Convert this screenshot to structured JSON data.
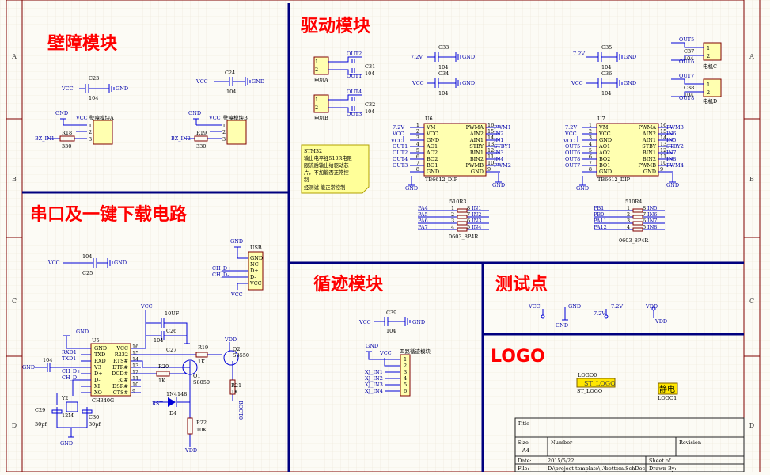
{
  "sections": {
    "wall": "壁障模块",
    "drive": "驱动模块",
    "serial": "串口及一键下载电路",
    "track": "循迹模块",
    "test": "测试点",
    "logo": "LOGO"
  },
  "border": {
    "left": [
      "A",
      "B",
      "C",
      "D"
    ],
    "right": [
      "A",
      "B",
      "C",
      "D"
    ]
  },
  "wall": {
    "c23": "C23",
    "c24": "C24",
    "cap_val": "104",
    "vcc": "VCC",
    "gnd": "GND",
    "mod_a": "壁障模块A",
    "mod_b": "壁障模块B",
    "r18": "R18",
    "r19": "R19",
    "r_val": "330",
    "net_a": "BZ_IN1",
    "net_b": "BZ_IN2",
    "pins": [
      "1",
      "2",
      "3"
    ]
  },
  "drive": {
    "motor_a": "电机A",
    "motor_b": "电机B",
    "motor_c": "电机C",
    "motor_d": "电机D",
    "out2": "OUT2",
    "out1": "OUT1",
    "out4": "OUT4",
    "out3": "OUT3",
    "out5": "OUT5",
    "out6": "OUT6",
    "out7": "OUT7",
    "out8": "OUT8",
    "c31": "C31",
    "c32": "C32",
    "c33": "C33",
    "c34": "C34",
    "c35": "C35",
    "c36": "C36",
    "c37": "C37",
    "c38": "C38",
    "v72": "7.2V",
    "u6": "U6",
    "u7": "U7",
    "chip": "TB6612_DIP",
    "u_left": [
      "VM",
      "VCC",
      "GND",
      "AO1",
      "AO2",
      "BO2",
      "BO1",
      "GND"
    ],
    "u_right": [
      "PWMA",
      "AIN2",
      "AIN1",
      "STBY",
      "BIN1",
      "BIN2",
      "PWMB",
      "GND"
    ],
    "u_lnum": [
      "1",
      "2",
      "3",
      "4",
      "5",
      "6",
      "7",
      "8"
    ],
    "u_rnum": [
      "16",
      "15",
      "14",
      "13",
      "12",
      "11",
      "10",
      "9"
    ],
    "u6_left_nets": [
      "7.2V",
      "VCC",
      "",
      "OUT1",
      "OUT2",
      "OUT4",
      "OUT3",
      ""
    ],
    "u6_right_nets": [
      "PWM1",
      "IN2",
      "IN1",
      "STBY1",
      "IN3",
      "IN4",
      "PWM2",
      ""
    ],
    "u7_left_nets": [
      "7.2V",
      "VCC",
      "",
      "OUT5",
      "OUT6",
      "OUT8",
      "OUT7",
      ""
    ],
    "u7_right_nets": [
      "PWM3",
      "IN6",
      "IN5",
      "STBY2",
      "IN7",
      "IN8",
      "PWM4",
      ""
    ],
    "note": [
      "STM32",
      "输出电平经510R电阻",
      "限流后输出给驱动芯",
      "片，不加能否正常控",
      "制",
      "经测试 能正常控制"
    ],
    "r3": "510R3",
    "r4": "510R4",
    "rpack": "0603_8P4R",
    "r3_in": [
      "PA4",
      "PA5",
      "PA6",
      "PA7"
    ],
    "r3_out": [
      "IN1",
      "IN2",
      "IN3",
      "IN4"
    ],
    "r4_in": [
      "PB1",
      "PB0",
      "PA11",
      "PA12"
    ],
    "r4_out": [
      "IN5",
      "IN6",
      "IN7",
      "IN8"
    ],
    "rpin_l": [
      "1",
      "2",
      "3",
      "4"
    ],
    "rpin_r": [
      "8",
      "7",
      "6",
      "5"
    ]
  },
  "serial": {
    "c25": "C25",
    "c25_val": "104",
    "vcc": "VCC",
    "gnd": "GND",
    "usb": "USB",
    "usb_pins": [
      "GND",
      "NC",
      "D+",
      "D-",
      "VCC"
    ],
    "ch_dp": "CH_D+",
    "ch_dn": "CH_D-",
    "u5": "U5",
    "chip": "CH340G",
    "u5_left": [
      "GND",
      "TXD",
      "RXD",
      "V3",
      "D+",
      "D-",
      "XI",
      "XO"
    ],
    "u5_right": [
      "VCC",
      "R232",
      "RTS#",
      "DTR#",
      "DCD#",
      "RI#",
      "DSR#",
      "CTS#"
    ],
    "u5_rnum": [
      "16",
      "15",
      "14",
      "13",
      "12",
      "11",
      "10",
      "9"
    ],
    "rxd1": "RXD1",
    "txd1": "TXD1",
    "c26": "C26",
    "c26_val": "10UF",
    "c27": "C27",
    "c27_val": "104",
    "r19": "R19",
    "r19_val": "1K",
    "r20": "R20",
    "r20_val": "1K",
    "q1": "Q1",
    "q1_val": "S8050",
    "q2": "Q2",
    "q2_val": "S8550",
    "r21": "R21",
    "r21_val": "1K",
    "boot": "BOOT0",
    "d4_val": "1N4148",
    "d4": "D4",
    "rst": "RST",
    "r22": "R22",
    "r22_val": "10K",
    "vdd": "VDD",
    "y2": "Y2",
    "y2_val": "12M",
    "c29": "C29",
    "c30": "C30",
    "c_val": "30pf",
    "c28_val": "104"
  },
  "track": {
    "c39": "C39",
    "cap_val": "104",
    "vcc": "VCC",
    "gnd": "GND",
    "module": "四路循迹模块",
    "nets": [
      "XJ_IN1",
      "XJ_IN2",
      "XJ_IN3",
      "XJ_IN4"
    ],
    "pins": [
      "1",
      "2",
      "3",
      "4",
      "5",
      "6"
    ]
  },
  "test": {
    "vcc": "VCC",
    "gnd": "GND",
    "v72": "7.2V",
    "vdd": "VDD"
  },
  "logo": {
    "l0": "LOGO0",
    "st": "ST_LOGO",
    "st_sub": "ST_LOGO",
    "l1": "LOGO1",
    "jd": "静电"
  },
  "titleblock": {
    "title": "Title",
    "size": "Size",
    "a4": "A4",
    "number": "Number",
    "revision": "Revision",
    "date": "Date:",
    "date_val": "2015/5/22",
    "sheet": "Sheet    of",
    "file": "File:",
    "file_val": "D:\\project template\\..\\bottom.SchDoc",
    "drawn": "Drawn By:"
  },
  "colors": {
    "frame": "#00007f",
    "wire": "#0000d8",
    "text_blue": "#0000a8",
    "part": "#7f0000",
    "chip": "#ffffb0",
    "heading": "#ff0000"
  }
}
